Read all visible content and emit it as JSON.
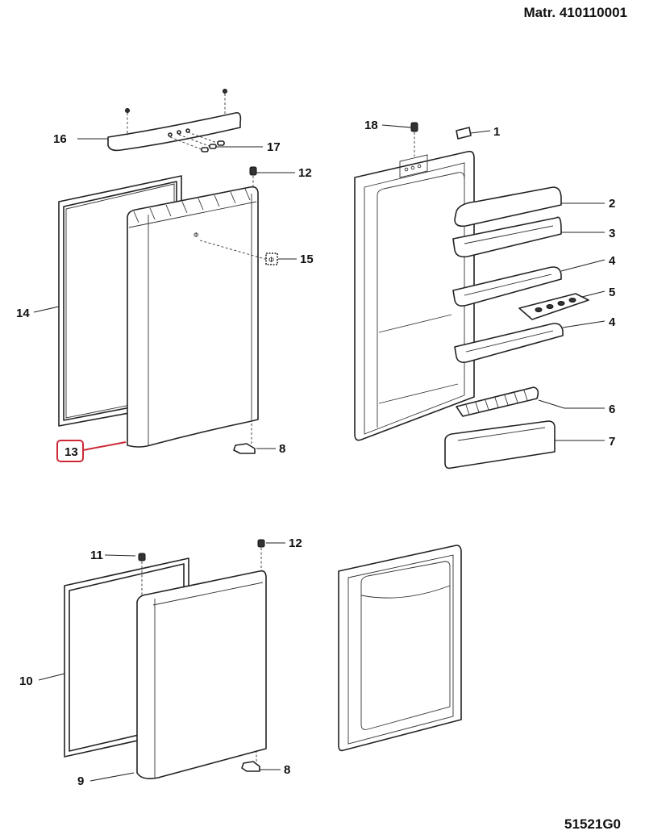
{
  "header": {
    "material_number": "Matr. 410110001"
  },
  "footer": {
    "drawing_code": "51521G0"
  },
  "highlight_color": "#cc2a36",
  "callouts": {
    "c1": "1",
    "c2": "2",
    "c3": "3",
    "c4a": "4",
    "c4b": "4",
    "c5": "5",
    "c6": "6",
    "c7": "7",
    "c8a": "8",
    "c8b": "8",
    "c9": "9",
    "c10": "10",
    "c11": "11",
    "c12a": "12",
    "c12b": "12",
    "c13": "13",
    "c14": "14",
    "c15": "15",
    "c16": "16",
    "c17": "17",
    "c18": "18"
  },
  "selected_part": "13"
}
